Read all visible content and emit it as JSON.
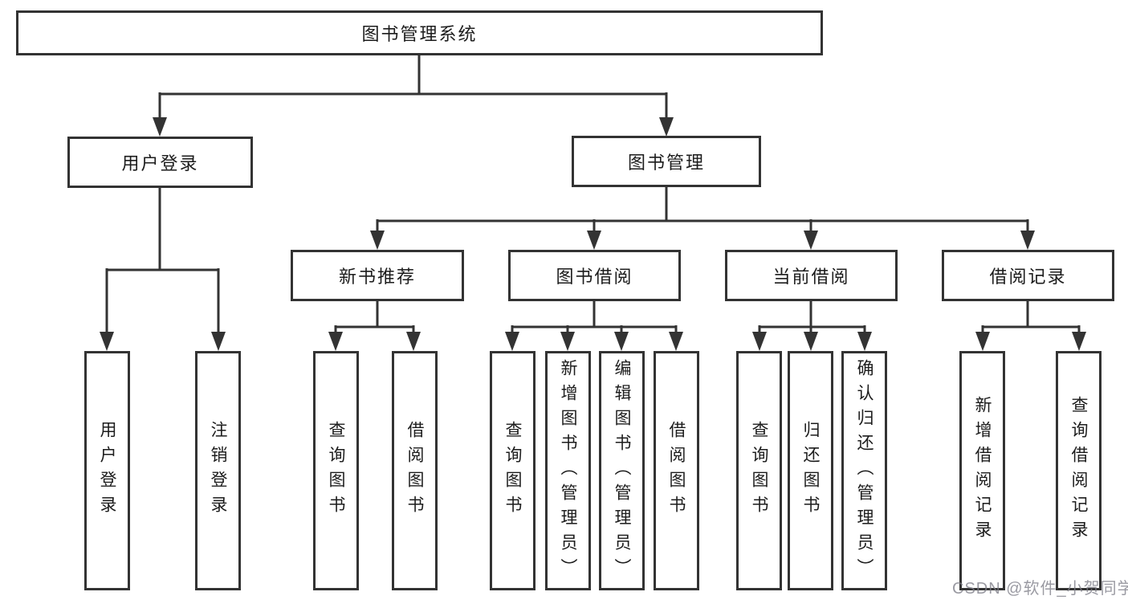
{
  "tree": {
    "root": {
      "label": "图书管理系统"
    },
    "branches": [
      {
        "label": "用户登录",
        "children": [
          {
            "label": "用户登录"
          },
          {
            "label": "注销登录"
          }
        ]
      },
      {
        "label": "图书管理",
        "children": [
          {
            "label": "新书推荐",
            "children": [
              {
                "label": "查询图书"
              },
              {
                "label": "借阅图书"
              }
            ]
          },
          {
            "label": "图书借阅",
            "children": [
              {
                "label": "查询图书"
              },
              {
                "label": "新增图书（管理员）"
              },
              {
                "label": "编辑图书（管理员）"
              },
              {
                "label": "借阅图书"
              }
            ]
          },
          {
            "label": "当前借阅",
            "children": [
              {
                "label": "查询图书"
              },
              {
                "label": "归还图书"
              },
              {
                "label": "确认归还（管理员）"
              }
            ]
          },
          {
            "label": "借阅记录",
            "children": [
              {
                "label": "新增借阅记录"
              },
              {
                "label": "查询借阅记录"
              }
            ]
          }
        ]
      }
    ]
  },
  "watermark": {
    "text": "CSDN @软件_小贺同学"
  },
  "colors": {
    "line": "#333333",
    "box_border": "#333333",
    "box_fill": "#ffffff",
    "text": "#1c1c1c",
    "background": "#ffffff",
    "watermark": "#7d7d88"
  }
}
